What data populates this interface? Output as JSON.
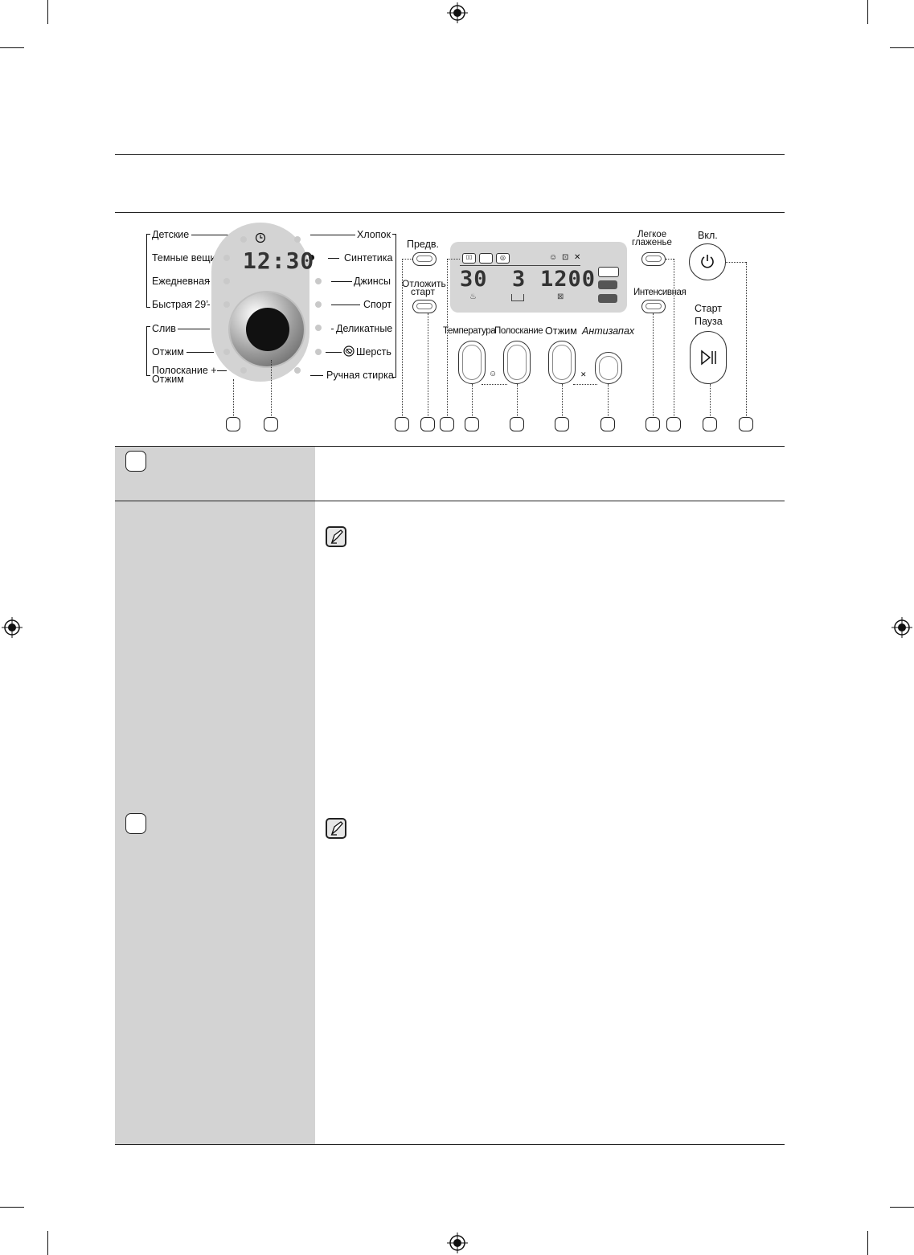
{
  "programs_left": [
    "Детские",
    "Темные вещи",
    "Ежедневная",
    "Быстрая 29’"
  ],
  "functions_left": [
    "Слив",
    "Отжим",
    "Полоскание +",
    "Отжим"
  ],
  "programs_right": [
    "Хлопок",
    "Синтетика",
    "Джинсы",
    "Спорт",
    "Деликатные",
    "Шерсть",
    "Ручная стирка"
  ],
  "clock_display": "12:30",
  "panel_buttons": {
    "prewash": "Предв.",
    "delay_start_1": "Отложить",
    "delay_start_2": "старт",
    "temperature": "Температура",
    "rinse": "Полоскание",
    "spin": "Отжим",
    "anti_odor": "Антизапах",
    "easy_iron_1": "Легкое",
    "easy_iron_2": "глаженье",
    "intensive": "Интенсивная",
    "power": "Вкл.",
    "start_1": "Старт",
    "start_2": "Пауза"
  },
  "lcd": {
    "temperature": "30",
    "rinse": "3",
    "spin": "1200"
  },
  "colors": {
    "panel_gray": "#d3d3d3",
    "dial_dark": "#111111",
    "lcd_bg": "#d6d6d6"
  }
}
